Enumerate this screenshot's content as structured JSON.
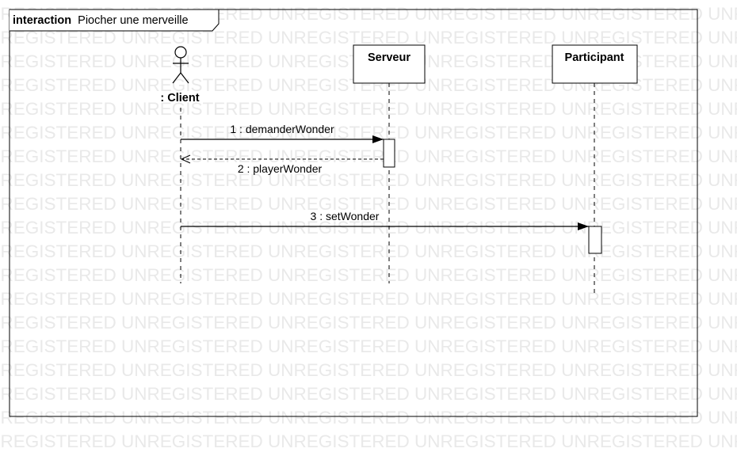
{
  "frame": {
    "keyword": "interaction",
    "name": "Piocher une merveille"
  },
  "watermark": {
    "text": "UNREGISTERED"
  },
  "lifelines": {
    "client": {
      "label": ": Client",
      "kind": "actor"
    },
    "server": {
      "label": "Serveur",
      "kind": "object"
    },
    "participant": {
      "label": "Participant",
      "kind": "object"
    }
  },
  "messages": [
    {
      "label": "1 : demanderWonder",
      "from": "client",
      "to": "server",
      "kind": "synchronous"
    },
    {
      "label": "2 : playerWonder",
      "from": "server",
      "to": "client",
      "kind": "return"
    },
    {
      "label": "3 : setWonder",
      "from": "client",
      "to": "participant",
      "kind": "synchronous"
    }
  ],
  "colors": {
    "line": "#000000",
    "background": "#ffffff",
    "watermark": "#e9e9e9"
  }
}
